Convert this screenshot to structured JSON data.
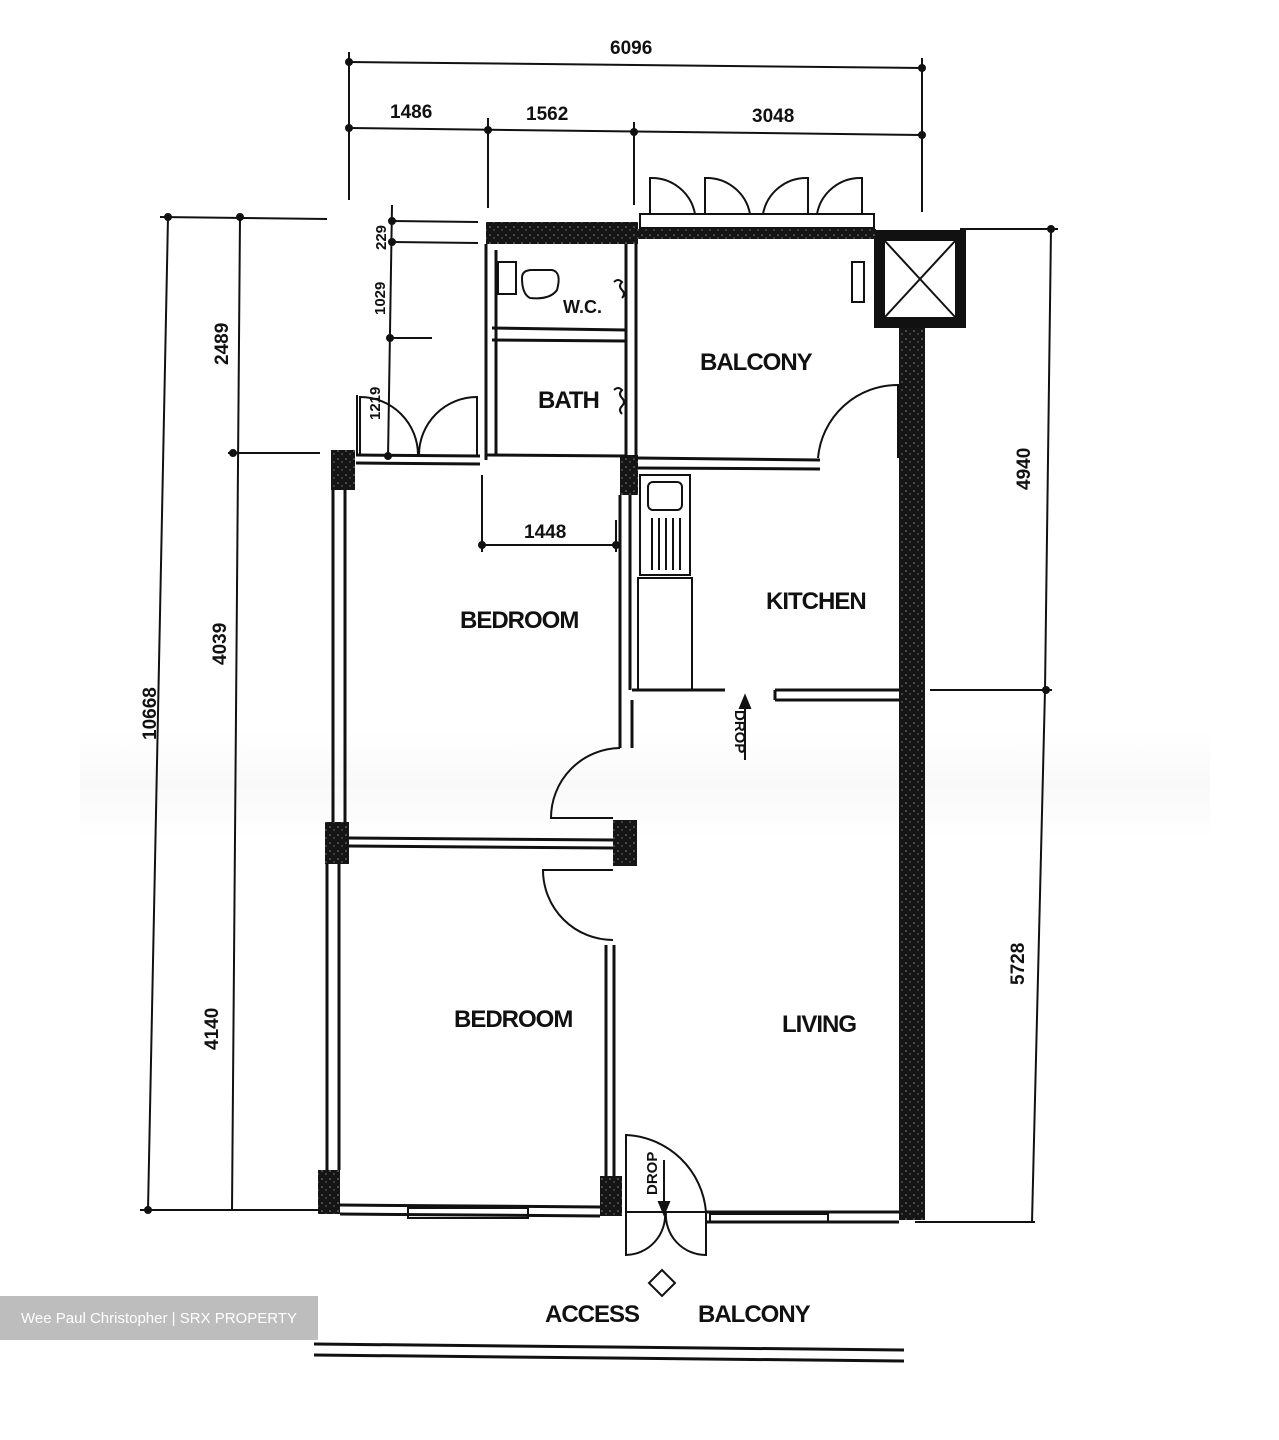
{
  "plan": {
    "rooms": {
      "wc": "W.C.",
      "bath": "BATH",
      "balcony": "BALCONY",
      "kitchen": "KITCHEN",
      "bedroom_1": "BEDROOM",
      "bedroom_2": "BEDROOM",
      "living": "LIVING",
      "access_balcony_1": "ACCESS",
      "access_balcony_2": "BALCONY"
    },
    "annotations": {
      "drop_upper": "DROP",
      "drop_lower": "DROP"
    },
    "dimensions": {
      "overall_width": "6096",
      "seg_1": "1486",
      "seg_2": "1562",
      "seg_3": "3048",
      "overall_depth": "10668",
      "left_upper": "2489",
      "left_middle": "4039",
      "left_lower": "4140",
      "wc_offset": "229",
      "wc_depth": "1029",
      "entry_depth": "1219",
      "bedroom_inner": "1448",
      "right_upper": "4940",
      "right_lower": "5728"
    },
    "colors": {
      "line": "#111111",
      "wall_fill": "#1a1a1a",
      "watermark_bg": "#bdbdbd",
      "watermark_text": "#ffffff"
    }
  },
  "watermark": {
    "text": "Wee Paul Christopher | SRX PROPERTY"
  }
}
